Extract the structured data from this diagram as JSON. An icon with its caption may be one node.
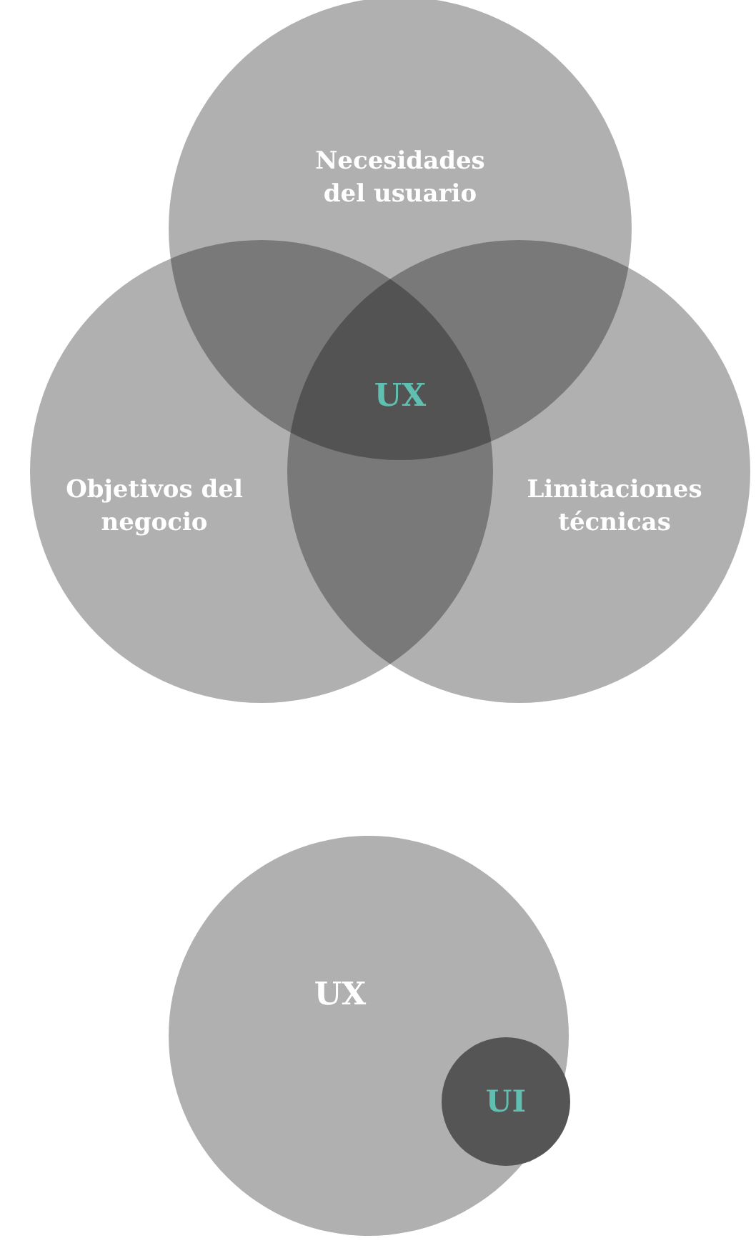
{
  "diagram": {
    "nodes": [
      {
        "text": [
          "Necesidades del usuario"
        ]
      },
      {
        "text": [
          "Objetivos del negocio"
        ]
      },
      {
        "text": [
          "Limitaciones técnicas"
        ]
      },
      {
        "text": [
          "UX"
        ]
      },
      {
        "text": [
          "UI"
        ],
        "in": 3
      }
    ],
    "labels": [
      "UX"
    ]
  }
}
